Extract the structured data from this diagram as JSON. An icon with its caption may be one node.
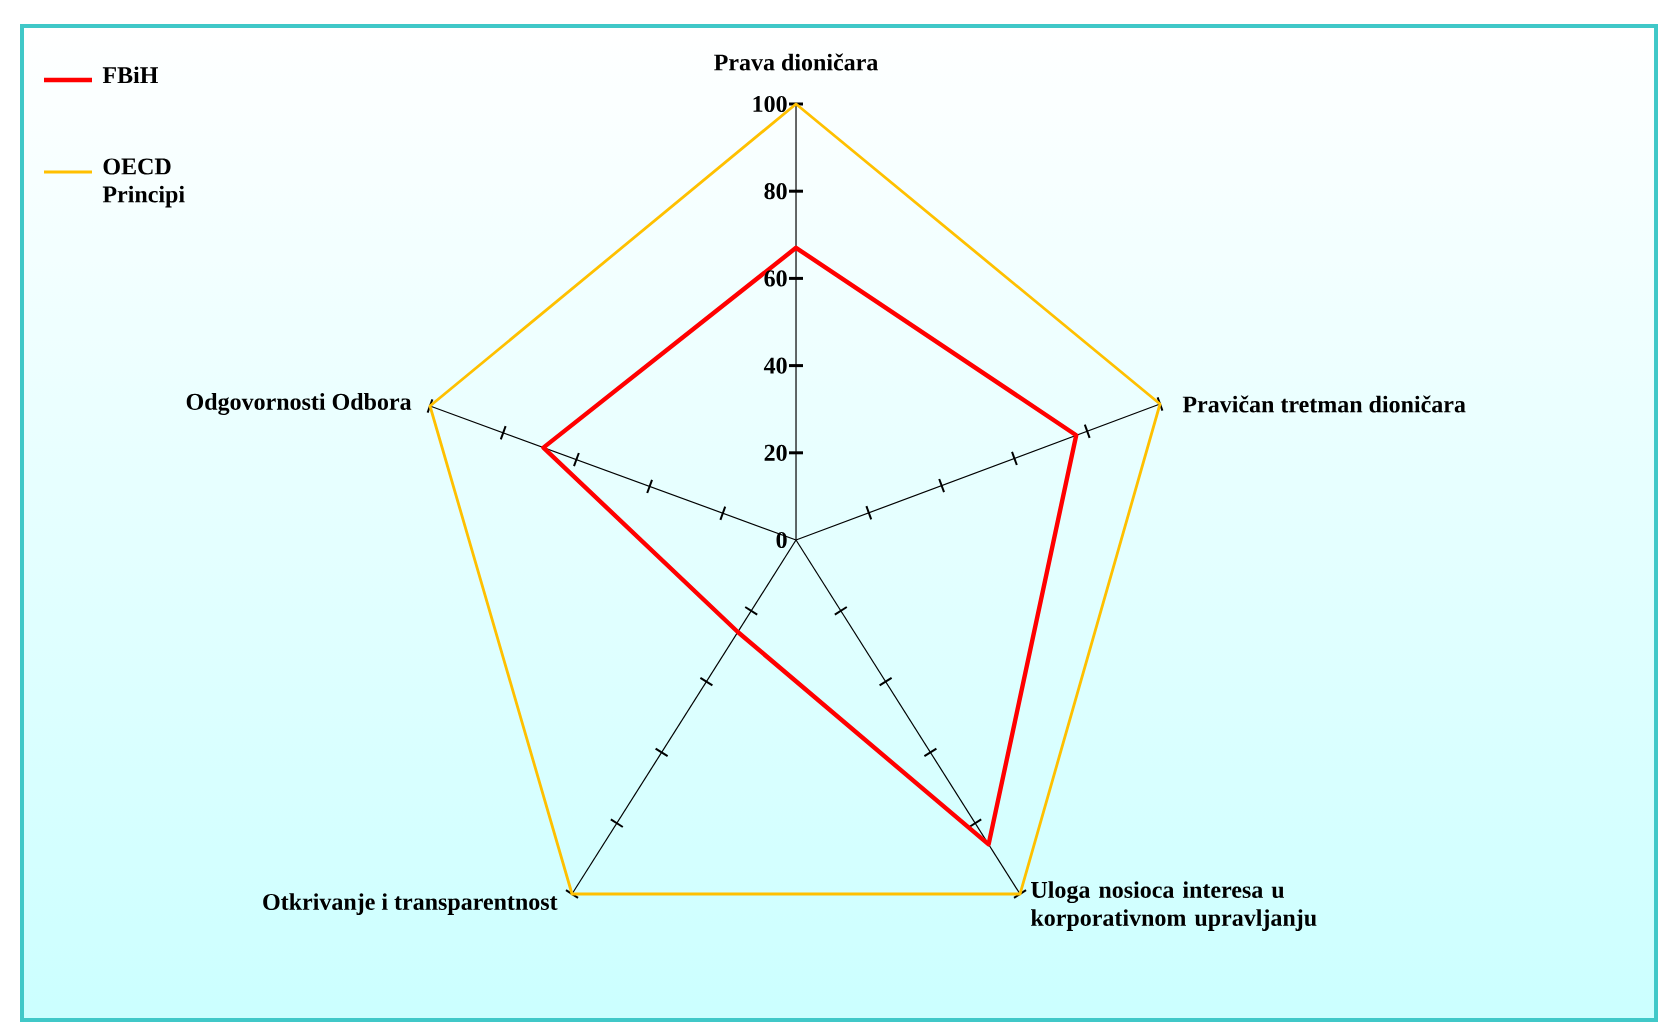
{
  "diagram": {
    "labels": [
      "Prava dioničara",
      "100",
      "80",
      "60",
      "40",
      "Odgovornosti Odbora",
      "Pravičan tretman dioničara",
      "20",
      "0",
      "Otkrivanje i transparentnost",
      "Uloga nosioca interesa u korporativnom upravljanju"
    ],
    "legend": [
      {
        "text": "FBiH"
      },
      {
        "text": "OECD Principi"
      }
    ]
  }
}
